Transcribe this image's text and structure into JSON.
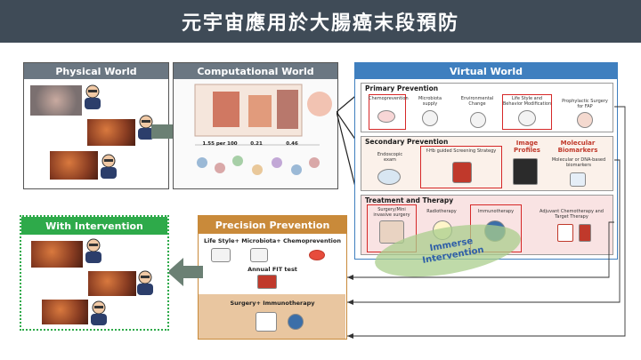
{
  "title": "元宇宙應用於大腸癌末段預防",
  "physical": {
    "header": "Physical World",
    "color": "#6b7782"
  },
  "computational": {
    "header": "Computational World",
    "color": "#6b7782",
    "values": [
      "1.55 per 100",
      "0.21",
      "0.46"
    ]
  },
  "virtual": {
    "header": "Virtual World",
    "color": "#3f7fbf",
    "primary": {
      "header": "Primary Prevention",
      "items": [
        "Chemoprevention",
        "Microbiota supply",
        "Environmental Change",
        "Life Style and Behavior Modification",
        "Prophylactic Surgery for FAP"
      ]
    },
    "secondary": {
      "header": "Secondary Prevention",
      "items": [
        "Endoscopic exam",
        "f-Hb guided Screening Strategy"
      ],
      "image_profiles": "Image Profiles",
      "molecular": "Molecular Biomarkers",
      "molecular_sub": "Molecular or DNA-based biomarkers"
    },
    "treatment": {
      "header": "Treatment and Therapy",
      "items": [
        "Surgery/Mini invasive surgery",
        "Radiotherapy",
        "Immunotherapy",
        "Adjuvant Chemotherapy and Target Therapy"
      ],
      "immerse": "Immerse Intervention"
    }
  },
  "with_intervention": {
    "header": "With Intervention",
    "color": "#2eaa4a"
  },
  "precision": {
    "header": "Precision Prevention",
    "color": "#c98a3a",
    "line1": "Life Style+ Microbiota+ Chemoprevention",
    "line2": "Annual FIT test",
    "line3": "Surgery+ Immunotherapy"
  }
}
